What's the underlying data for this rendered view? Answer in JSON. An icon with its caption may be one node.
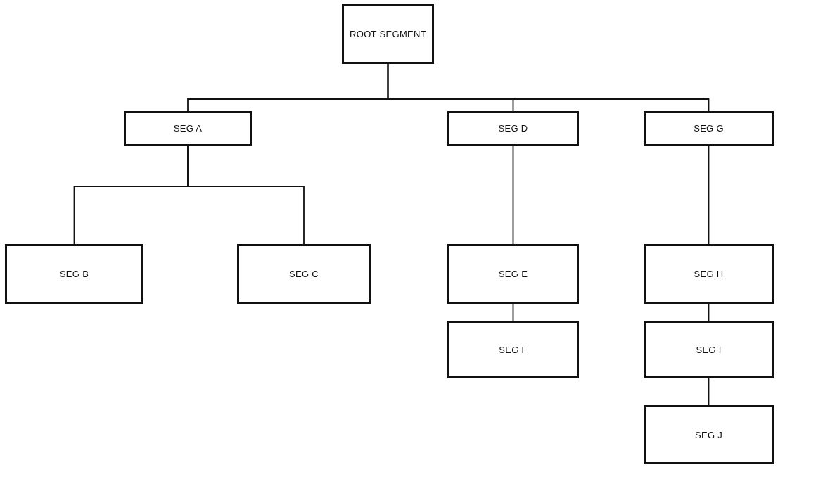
{
  "diagram": {
    "nodes": [
      {
        "text": [
          "ROOT SEGMENT"
        ]
      },
      {
        "text": [
          "SEG A"
        ]
      },
      {
        "text": [
          "SEG B"
        ]
      },
      {
        "text": [
          "SEG C"
        ]
      },
      {
        "text": [
          "SEG D"
        ]
      },
      {
        "text": [
          "SEG E"
        ]
      },
      {
        "text": [
          "SEG F"
        ]
      },
      {
        "text": [
          "SEG G"
        ]
      },
      {
        "text": [
          "SEG H"
        ]
      },
      {
        "text": [
          "SEG I"
        ]
      },
      {
        "text": [
          "SEG J"
        ]
      }
    ],
    "edges": [
      {
        "from": 0,
        "to": 1,
        "arrow": "none"
      },
      {
        "from": 0,
        "to": 4,
        "arrow": "none"
      },
      {
        "from": 0,
        "to": 7,
        "arrow": "none"
      },
      {
        "from": 1,
        "to": 2,
        "arrow": "none"
      },
      {
        "from": 1,
        "to": 3,
        "arrow": "none"
      },
      {
        "from": 4,
        "to": 5,
        "arrow": "none"
      },
      {
        "from": 5,
        "to": 6,
        "arrow": "none"
      },
      {
        "from": 7,
        "to": 8,
        "arrow": "none"
      },
      {
        "from": 8,
        "to": 9,
        "arrow": "none"
      },
      {
        "from": 9,
        "to": 10,
        "arrow": "none"
      }
    ]
  }
}
